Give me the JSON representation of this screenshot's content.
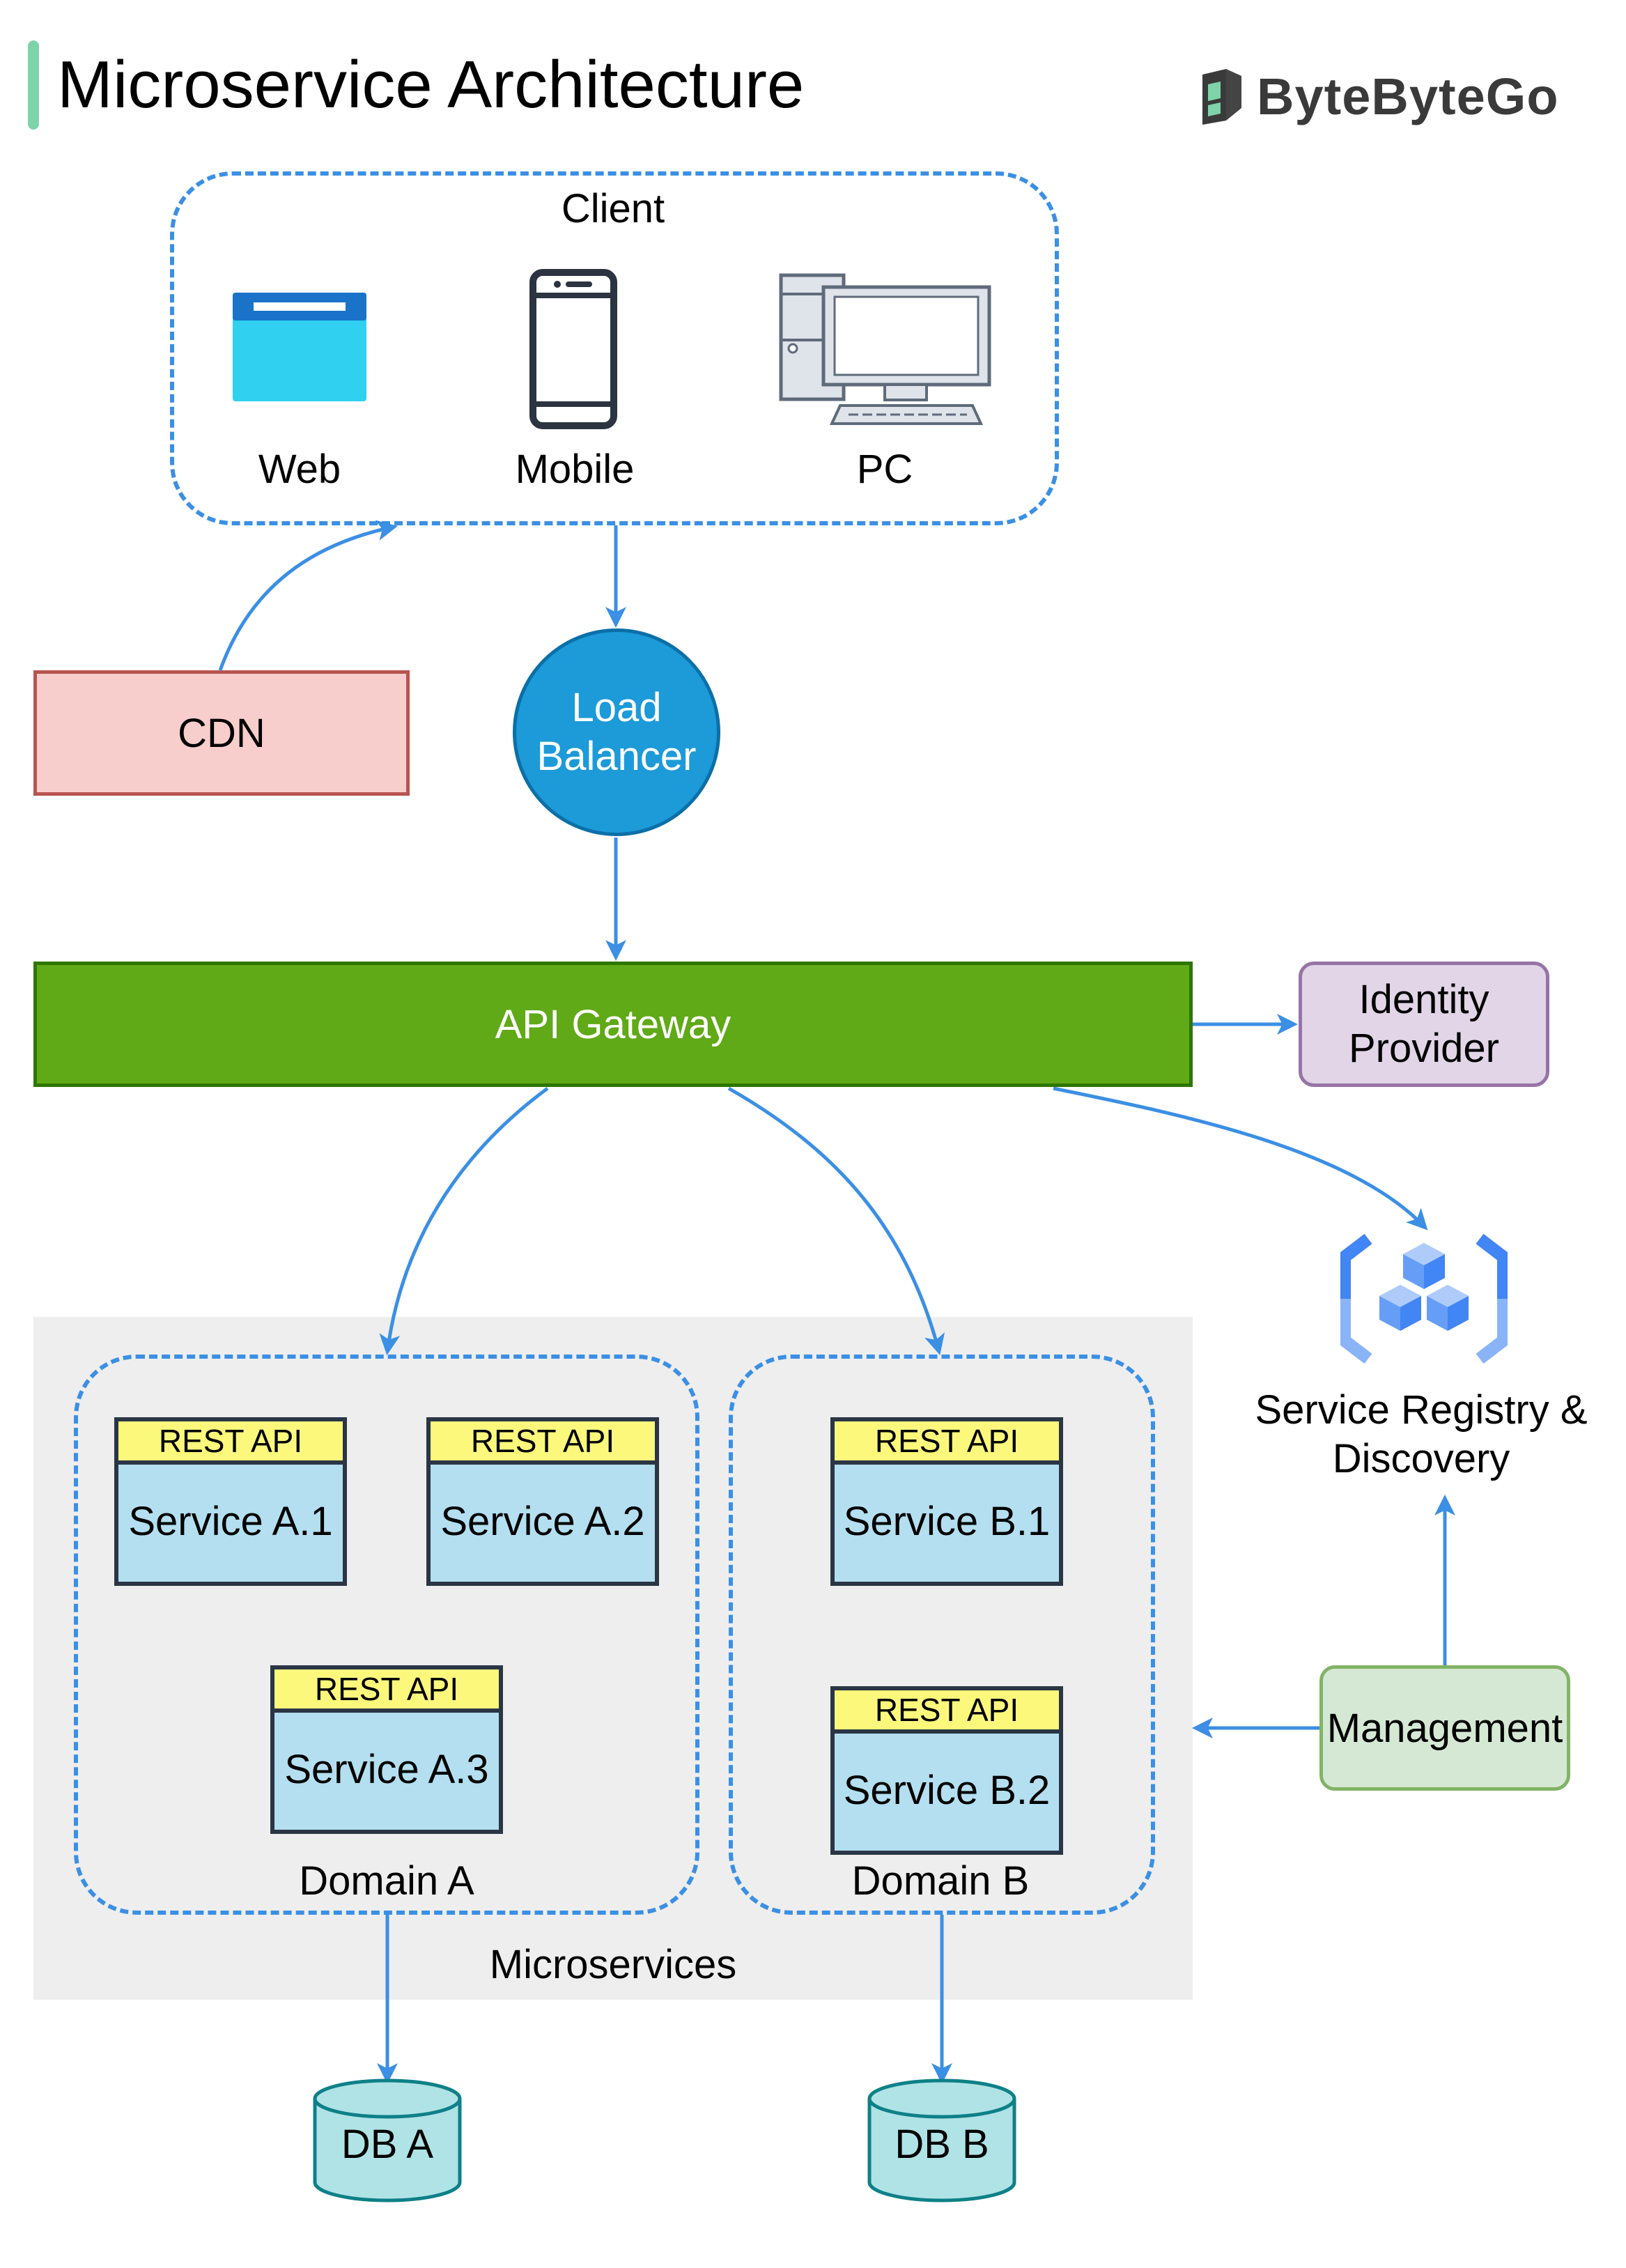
{
  "title": "Microservice Architecture",
  "brand": {
    "name": "ByteByteGo",
    "logo_icon": "bytebytego-logo-icon"
  },
  "client": {
    "label": "Client",
    "devices": [
      {
        "label": "Web",
        "icon": "web-browser-icon"
      },
      {
        "label": "Mobile",
        "icon": "mobile-phone-icon"
      },
      {
        "label": "PC",
        "icon": "desktop-pc-icon"
      }
    ]
  },
  "cdn": {
    "label": "CDN"
  },
  "load_balancer": {
    "line1": "Load",
    "line2": "Balancer"
  },
  "api_gateway": {
    "label": "API Gateway"
  },
  "identity_provider": {
    "line1": "Identity",
    "line2": "Provider"
  },
  "service_registry": {
    "line1": "Service Registry &",
    "line2": "Discovery",
    "icon": "service-registry-icon"
  },
  "management": {
    "label": "Management"
  },
  "microservices": {
    "label": "Microservices",
    "domains": [
      {
        "label": "Domain A",
        "services": [
          {
            "api": "REST API",
            "name": "Service A.1"
          },
          {
            "api": "REST API",
            "name": "Service A.2"
          },
          {
            "api": "REST API",
            "name": "Service A.3"
          }
        ]
      },
      {
        "label": "Domain B",
        "services": [
          {
            "api": "REST API",
            "name": "Service B.1"
          },
          {
            "api": "REST API",
            "name": "Service B.2"
          }
        ]
      }
    ]
  },
  "databases": [
    {
      "label": "DB A"
    },
    {
      "label": "DB B"
    }
  ],
  "colors": {
    "arrow": "#3b8fe4",
    "cdn_fill": "#f8cecc",
    "cdn_border": "#b85450",
    "load_balancer": "#1d9ad8",
    "api_gateway_fill": "#60a917",
    "api_gateway_border": "#2d7600",
    "identity_fill": "#e1d5e7",
    "identity_border": "#9673a6",
    "management_fill": "#d5e8d4",
    "management_border": "#82b366",
    "service_fill": "#b3dff0",
    "rest_api_fill": "#fcf87c",
    "db_fill": "#b0e3e6",
    "db_border": "#0e8088"
  }
}
